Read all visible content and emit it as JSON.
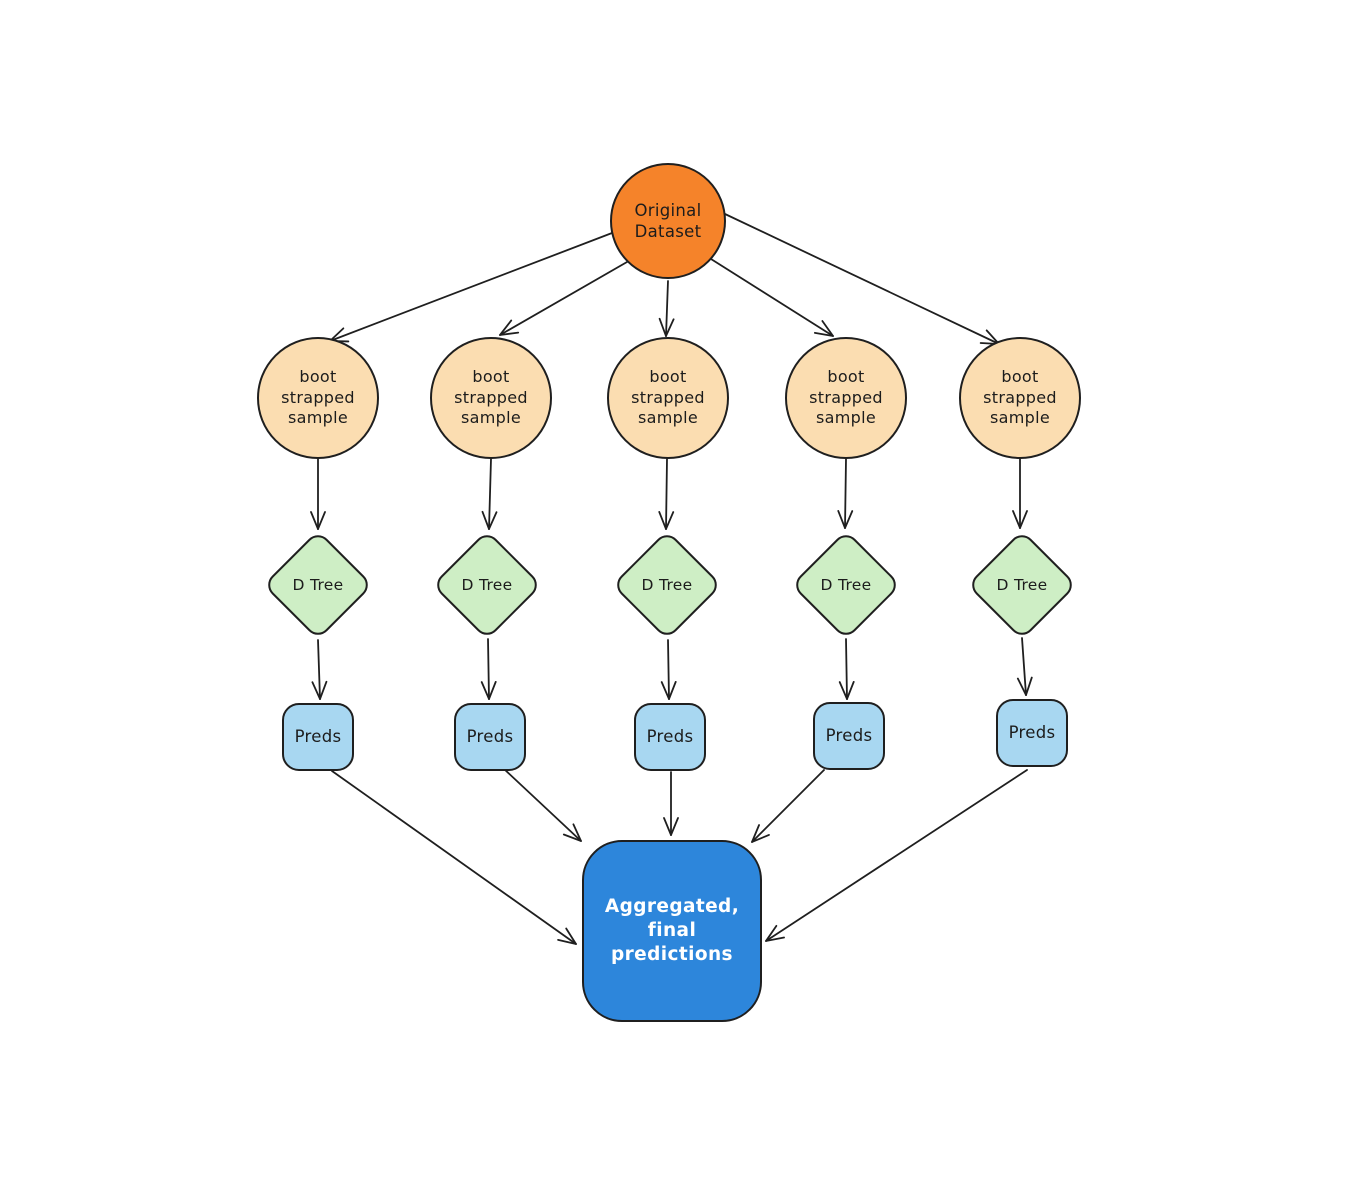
{
  "nodes": {
    "original": {
      "label": "Original Dataset"
    },
    "samples": [
      {
        "label": "boot strapped sample"
      },
      {
        "label": "boot strapped sample"
      },
      {
        "label": "boot strapped sample"
      },
      {
        "label": "boot strapped sample"
      },
      {
        "label": "boot strapped sample"
      }
    ],
    "trees": [
      {
        "label": "D Tree"
      },
      {
        "label": "D Tree"
      },
      {
        "label": "D Tree"
      },
      {
        "label": "D Tree"
      },
      {
        "label": "D Tree"
      }
    ],
    "preds": [
      {
        "label": "Preds"
      },
      {
        "label": "Preds"
      },
      {
        "label": "Preds"
      },
      {
        "label": "Preds"
      },
      {
        "label": "Preds"
      }
    ],
    "final": {
      "label": "Aggregated, final predictions"
    }
  },
  "colors": {
    "original_fill": "#f5832a",
    "sample_fill": "#fbddb1",
    "tree_fill": "#ceeec5",
    "preds_fill": "#a8d7f1",
    "final_fill": "#2d86db",
    "final_text": "#ffffff",
    "stroke": "#1f1f1f",
    "background": "#ffffff"
  }
}
